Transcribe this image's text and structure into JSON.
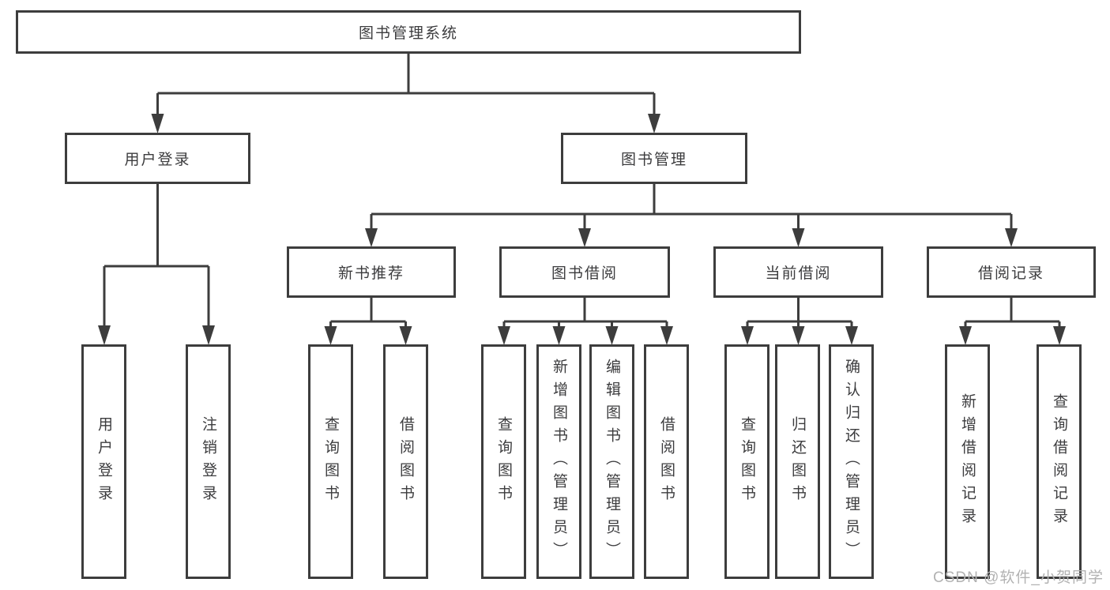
{
  "diagram": {
    "root": {
      "label": "图书管理系统"
    },
    "level2": [
      {
        "label": "用户登录"
      },
      {
        "label": "图书管理"
      }
    ],
    "level3": [
      {
        "label": "新书推荐"
      },
      {
        "label": "图书借阅"
      },
      {
        "label": "当前借阅"
      },
      {
        "label": "借阅记录"
      }
    ],
    "leaves": {
      "login": [
        {
          "label": "用户登录"
        },
        {
          "label": "注销登录"
        }
      ],
      "recommend": [
        {
          "label": "查询图书"
        },
        {
          "label": "借阅图书"
        }
      ],
      "borrow": [
        {
          "label": "查询图书"
        },
        {
          "label": "新增图书（管理员）"
        },
        {
          "label": "编辑图书（管理员）"
        },
        {
          "label": "借阅图书"
        }
      ],
      "current": [
        {
          "label": "查询图书"
        },
        {
          "label": "归还图书"
        },
        {
          "label": "确认归还（管理员）"
        }
      ],
      "records": [
        {
          "label": "新增借阅记录"
        },
        {
          "label": "查询借阅记录"
        }
      ]
    }
  },
  "watermark": {
    "text": "CSDN @软件_小贺同学"
  },
  "colors": {
    "line": "#3d3d3d",
    "text": "#3c3c3e",
    "box_background": "#ffffff",
    "watermark": "#b2b2b2",
    "background": "#ffffff"
  }
}
